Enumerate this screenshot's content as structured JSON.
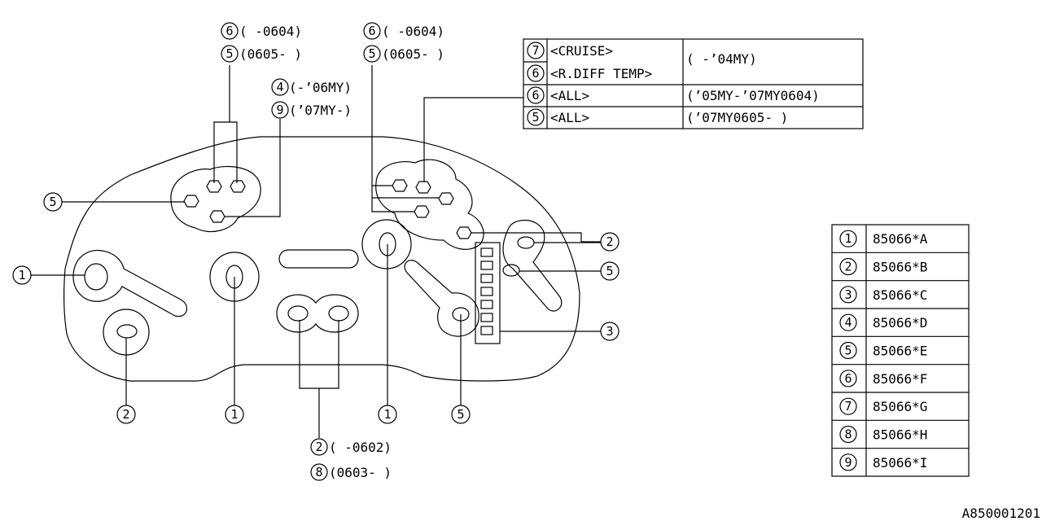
{
  "callouts": {
    "top_left_a": {
      "n": "6",
      "range": "(  -0604)"
    },
    "top_left_b": {
      "n": "5",
      "range": "(0605-  )"
    },
    "top_mid_a": {
      "n": "6",
      "range": "(  -0604)"
    },
    "top_mid_b": {
      "n": "5",
      "range": "(0605-  )"
    },
    "mid_a": {
      "n": "4",
      "range": "(-’06MY)"
    },
    "mid_b": {
      "n": "9",
      "range": "(’07MY-)"
    },
    "left_5": {
      "n": "5"
    },
    "left_1": {
      "n": "1"
    },
    "bottom_2": {
      "n": "2"
    },
    "bottom_1a": {
      "n": "1"
    },
    "bottom_1b": {
      "n": "1"
    },
    "bottom_5": {
      "n": "5"
    },
    "bottom_c_a": {
      "n": "2",
      "range": "(  -0602)"
    },
    "bottom_c_b": {
      "n": "8",
      "range": "(0603-  )"
    },
    "right_2": {
      "n": "2"
    },
    "right_5": {
      "n": "5"
    },
    "right_3": {
      "n": "3"
    }
  },
  "variant_table": [
    {
      "n": "7",
      "label": "<CRUISE>",
      "range": "(  -’04MY)"
    },
    {
      "n": "6",
      "label": "<R.DIFF TEMP>",
      "range": ""
    },
    {
      "n": "6",
      "label": "<ALL>",
      "range": "(’05MY-’07MY0604)"
    },
    {
      "n": "5",
      "label": "<ALL>",
      "range": "(’07MY0605-  )"
    }
  ],
  "parts_table": [
    {
      "n": "1",
      "part": "85066*A"
    },
    {
      "n": "2",
      "part": "85066*B"
    },
    {
      "n": "3",
      "part": "85066*C"
    },
    {
      "n": "4",
      "part": "85066*D"
    },
    {
      "n": "5",
      "part": "85066*E"
    },
    {
      "n": "6",
      "part": "85066*F"
    },
    {
      "n": "7",
      "part": "85066*G"
    },
    {
      "n": "8",
      "part": "85066*H"
    },
    {
      "n": "9",
      "part": "85066*I"
    }
  ],
  "drawing_id": "A850001201"
}
